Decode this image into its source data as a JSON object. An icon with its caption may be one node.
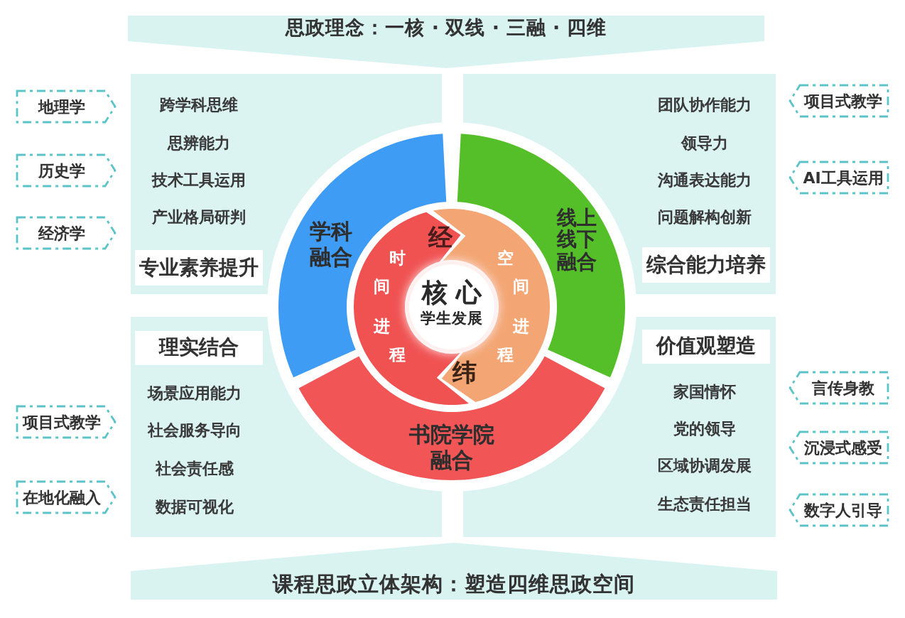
{
  "diagram": {
    "nodes": [
      {
        "text": [
          "思政理念：一核 · 双线 · 三融 · 四维"
        ]
      },
      {
        "text": [
          "地理学"
        ]
      },
      {
        "text": [
          "历史学"
        ]
      },
      {
        "text": [
          "经济学"
        ]
      },
      {
        "text": [
          "跨学科思维",
          "思辨能力",
          "技术工具运用",
          "产业格局研判"
        ]
      },
      {
        "text": [
          "专业素养提升"
        ],
        "in": 4
      },
      {
        "text": [
          "团队协作能力",
          "领导力",
          "沟通表达能力",
          "问题解构创新"
        ]
      },
      {
        "text": [
          "综合能力培养"
        ],
        "in": 6
      },
      {
        "text": [
          "项目式教学"
        ]
      },
      {
        "text": [
          "AI工具运用"
        ]
      },
      {
        "text": [
          "学科融合"
        ]
      },
      {
        "text": [
          "线上线下融合"
        ]
      },
      {
        "text": [
          "经",
          "时间进程"
        ]
      },
      {
        "text": [
          "空间进程",
          "纬"
        ]
      },
      {
        "text": [
          "核心",
          "学生发展"
        ]
      },
      {
        "text": [
          "书院学院融合"
        ]
      },
      {
        "text": [
          "场景应用能力",
          "社会服务导向",
          "社会责任感",
          "数据可视化"
        ]
      },
      {
        "text": [
          "理实结合"
        ],
        "in": 16
      },
      {
        "text": [
          "家国情怀",
          "党的领导",
          "区域协调发展",
          "生态责任担当"
        ]
      },
      {
        "text": [
          "价值观塑造"
        ],
        "in": 18
      },
      {
        "text": [
          "项目式教学"
        ]
      },
      {
        "text": [
          "在地化融入"
        ]
      },
      {
        "text": [
          "言传身教"
        ]
      },
      {
        "text": [
          "沉浸式感受"
        ]
      },
      {
        "text": [
          "数字人引导"
        ]
      },
      {
        "text": [
          "课程思政立体架构：塑造四维思政空间"
        ]
      }
    ]
  }
}
